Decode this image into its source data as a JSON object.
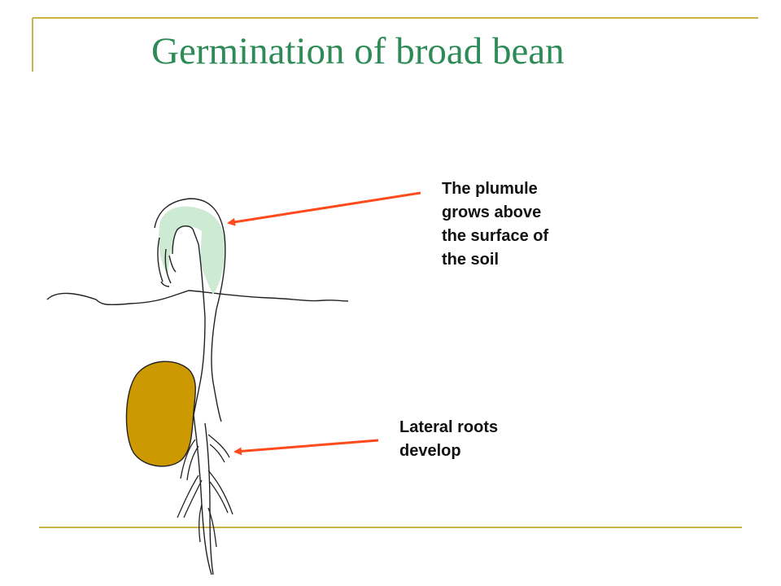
{
  "slide": {
    "title": "Germination of broad bean",
    "frame_color": "#c8b44a",
    "arrow_color": "#ff4a1c"
  },
  "labels": {
    "plumule": {
      "lines": [
        "The plumule",
        "grows above",
        "the surface of",
        "the soil"
      ]
    },
    "lateral_roots": {
      "lines": [
        "Lateral roots",
        "develop"
      ]
    }
  },
  "diagram": {
    "plumule_color": "#cdebd3",
    "seed_color": "#cc9900"
  }
}
